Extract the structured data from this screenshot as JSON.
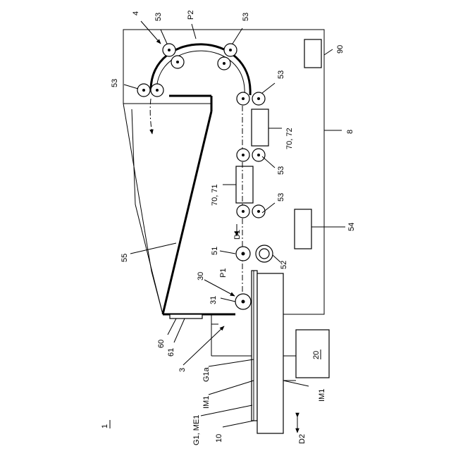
{
  "labels": {
    "device": "1",
    "unit4": "4",
    "roller53": "53",
    "path_p2": "P2",
    "path_p1": "P1",
    "part90": "90",
    "housing8": "8",
    "part70_72": "70, 72",
    "part70_71": "70, 71",
    "part54": "54",
    "part55": "55",
    "roller51": "51",
    "roller52": "52",
    "dir_d1": "D1",
    "dir_d2": "D2",
    "unit30": "30",
    "roller31": "31",
    "part60": "60",
    "part61": "61",
    "unit3": "3",
    "g1a": "G1a",
    "im1": "IM1",
    "g1_me1": "G1, ME1",
    "part10": "10",
    "part20": "20"
  }
}
